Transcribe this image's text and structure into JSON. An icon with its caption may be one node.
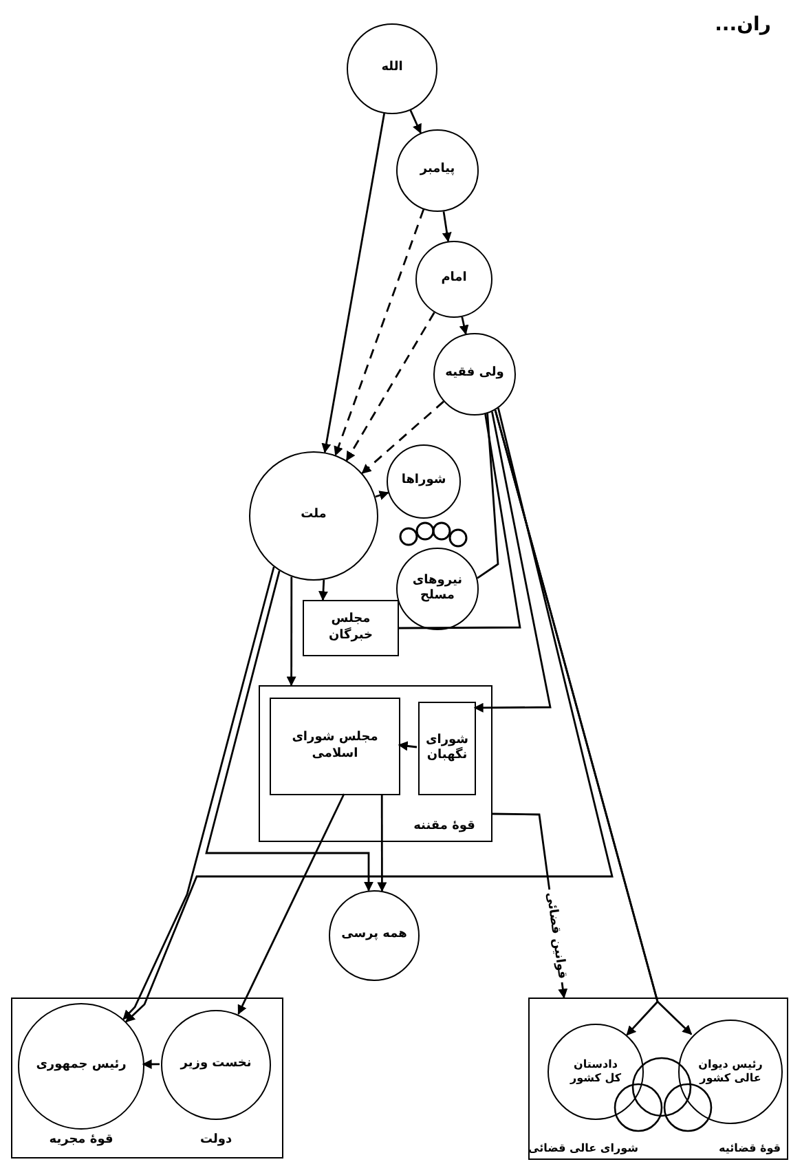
{
  "diagram": {
    "nodes": [
      {
        "text": [
          "الله"
        ]
      },
      {
        "text": [
          "پیامبر"
        ]
      },
      {
        "text": [
          "امام"
        ]
      },
      {
        "text": [
          "ولی فقیه"
        ]
      },
      {
        "text": [
          "ملت"
        ]
      },
      {
        "text": [
          "شوراها"
        ]
      },
      {
        "text": [
          "نیروهای مسلح"
        ]
      },
      {
        "text": [
          "مجلس خبرگان"
        ]
      },
      {
        "text": [
          "قوهٔ مقننه"
        ]
      },
      {
        "text": [
          "مجلس شورای اسلامی"
        ],
        "in": 8
      },
      {
        "text": [
          "شورای نگهبان"
        ],
        "in": 8
      },
      {
        "text": [
          "همه پرسی"
        ]
      },
      {
        "text": [
          "دولت",
          "قوهٔ مجریه"
        ]
      },
      {
        "text": [
          "رئیس جمهوری"
        ],
        "in": 12
      },
      {
        "text": [
          "نخست وزیر"
        ],
        "in": 12
      },
      {
        "text": [
          "قوهٔ قضائیه",
          "شورای عالی قضائی"
        ]
      },
      {
        "text": [
          "دادستان کل کشور"
        ],
        "in": 15
      },
      {
        "text": [
          "رئیس دیوان عالی کشور"
        ],
        "in": 15
      }
    ],
    "edges": [
      {
        "from": 0,
        "to": 1,
        "arrow": "to"
      },
      {
        "from": 1,
        "to": 2,
        "arrow": "to"
      },
      {
        "from": 2,
        "to": 3,
        "arrow": "to"
      },
      {
        "from": 0,
        "to": 4,
        "arrow": "to"
      },
      {
        "from": 1,
        "to": 4,
        "arrow": "to",
        "style": "dashed"
      },
      {
        "from": 2,
        "to": 4,
        "arrow": "to",
        "style": "dashed"
      },
      {
        "from": 3,
        "to": 4,
        "arrow": "to",
        "style": "dashed"
      },
      {
        "from": 4,
        "to": 5,
        "arrow": "to"
      },
      {
        "from": 4,
        "to": 7,
        "arrow": "to"
      },
      {
        "from": 4,
        "to": 8,
        "arrow": "to"
      },
      {
        "from": 10,
        "to": 9,
        "arrow": "to"
      },
      {
        "from": 3,
        "to": 7,
        "arrow": "none"
      },
      {
        "from": 3,
        "to": 6,
        "arrow": "none"
      },
      {
        "from": 3,
        "to": 10,
        "arrow": "to"
      },
      {
        "from": 3,
        "to": 16,
        "arrow": "to"
      },
      {
        "from": 3,
        "to": 17,
        "arrow": "to"
      },
      {
        "from": 3,
        "to": 13,
        "arrow": "to"
      },
      {
        "from": 4,
        "to": 13,
        "arrow": "to"
      },
      {
        "from": 4,
        "to": 11,
        "arrow": "to"
      },
      {
        "from": 9,
        "to": 11,
        "arrow": "to"
      },
      {
        "from": 9,
        "to": 14,
        "arrow": "to"
      },
      {
        "from": 14,
        "to": 13,
        "arrow": "to"
      },
      {
        "from": 8,
        "to": 15,
        "arrow": "to",
        "label": "قوانین قضائی"
      }
    ],
    "labels": [
      "ران..."
    ]
  }
}
